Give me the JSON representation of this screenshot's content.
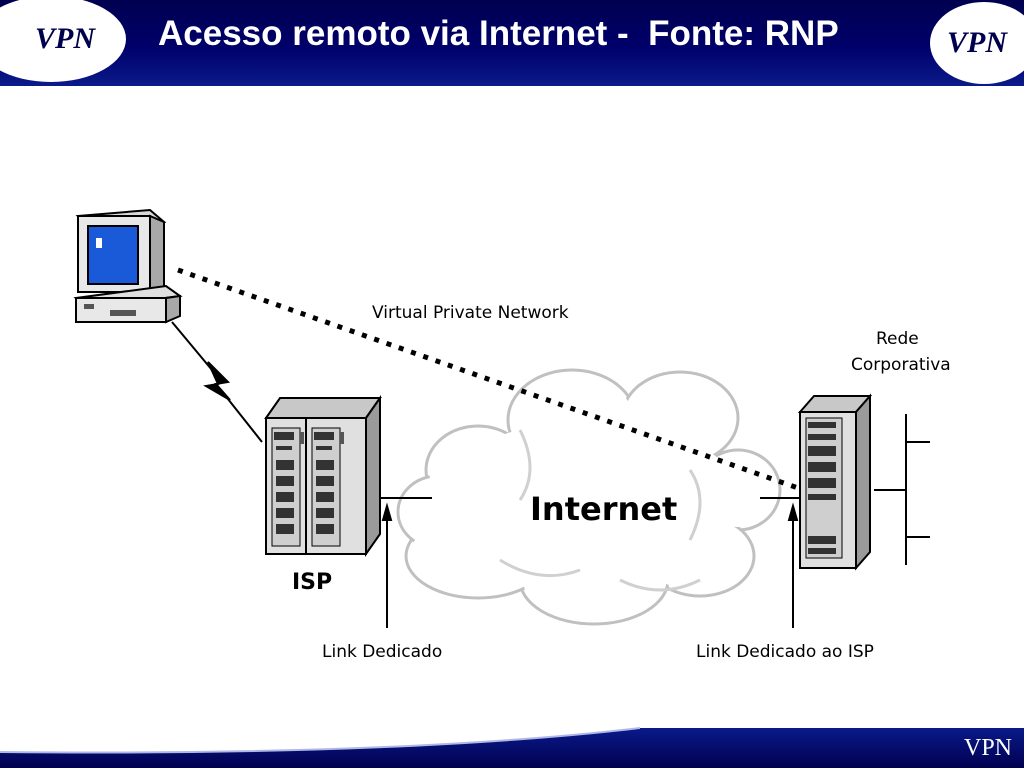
{
  "header": {
    "title": "Acesso remoto via Internet -  Fonte: RNP",
    "logo_left": "VPN",
    "logo_right": "VPN"
  },
  "diagram": {
    "vpn_label": "Virtual Private Network",
    "internet_label": "Internet",
    "isp_label": "ISP",
    "corp_line1": "Rede",
    "corp_line2": "Corporativa",
    "link_left": "Link Dedicado",
    "link_right": "Link Dedicado ao ISP"
  },
  "footer": {
    "corner_text": "VPN"
  },
  "colors": {
    "header_navy": "#00006a",
    "monitor_screen": "#1a5ad8"
  }
}
